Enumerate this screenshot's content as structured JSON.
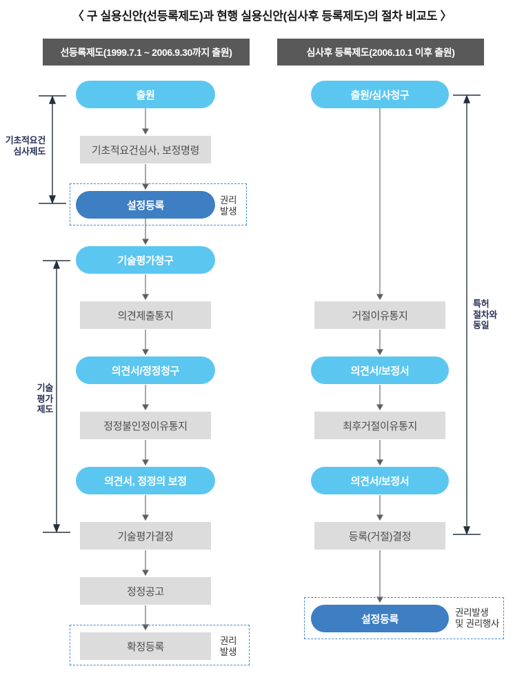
{
  "title": "〈 구 실용신안(선등록제도)과 현행 실용신안(심사후 등록제도)의 절차 비교도 〉",
  "colors": {
    "pill_blue": "#5BC7F1",
    "pill_dark_blue": "#3E7EC2",
    "gray_box": "#DCDCDC",
    "header_bar": "#595959",
    "dashed_border": "#3F86CF"
  },
  "left_column": {
    "header": "선등록제도(1999.7.1 ~ 2006.9.30까지 출원)",
    "nodes": [
      {
        "label": "출원",
        "type": "pill"
      },
      {
        "label": "기초적요건심사, 보정명령",
        "type": "box"
      },
      {
        "label": "설정등록",
        "type": "pill-dark"
      },
      {
        "label": "기술평가청구",
        "type": "pill"
      },
      {
        "label": "의견제출통지",
        "type": "box"
      },
      {
        "label": "의견서/정정청구",
        "type": "pill"
      },
      {
        "label": "정정불인정이유통지",
        "type": "box"
      },
      {
        "label": "의견서, 정정의 보정",
        "type": "pill"
      },
      {
        "label": "기술평가결정",
        "type": "box"
      },
      {
        "label": "정정공고",
        "type": "box"
      },
      {
        "label": "확정등록",
        "type": "box"
      }
    ],
    "brackets": [
      {
        "label_lines": [
          "기초적요건",
          "심사제도"
        ]
      },
      {
        "label_lines": [
          "기술",
          "평가",
          "제도"
        ]
      }
    ],
    "annotations": [
      {
        "lines": [
          "권리",
          "발생"
        ]
      },
      {
        "lines": [
          "권리",
          "발생"
        ]
      }
    ]
  },
  "right_column": {
    "header": "심사후 등록제도(2006.10.1 이후 출원)",
    "nodes": [
      {
        "label": "출원/심사청구",
        "type": "pill"
      },
      {
        "label": "거절이유통지",
        "type": "box"
      },
      {
        "label": "의견서/보정서",
        "type": "pill"
      },
      {
        "label": "최후거절이유통지",
        "type": "box"
      },
      {
        "label": "의견서/보정서",
        "type": "pill"
      },
      {
        "label": "등록(거절)결정",
        "type": "box"
      },
      {
        "label": "설정등록",
        "type": "pill-dark"
      }
    ],
    "bracket": {
      "label_lines": [
        "특허",
        "절차와",
        "동일"
      ]
    },
    "annotation": {
      "lines": [
        "권리발생",
        "및 권리행사"
      ]
    }
  }
}
